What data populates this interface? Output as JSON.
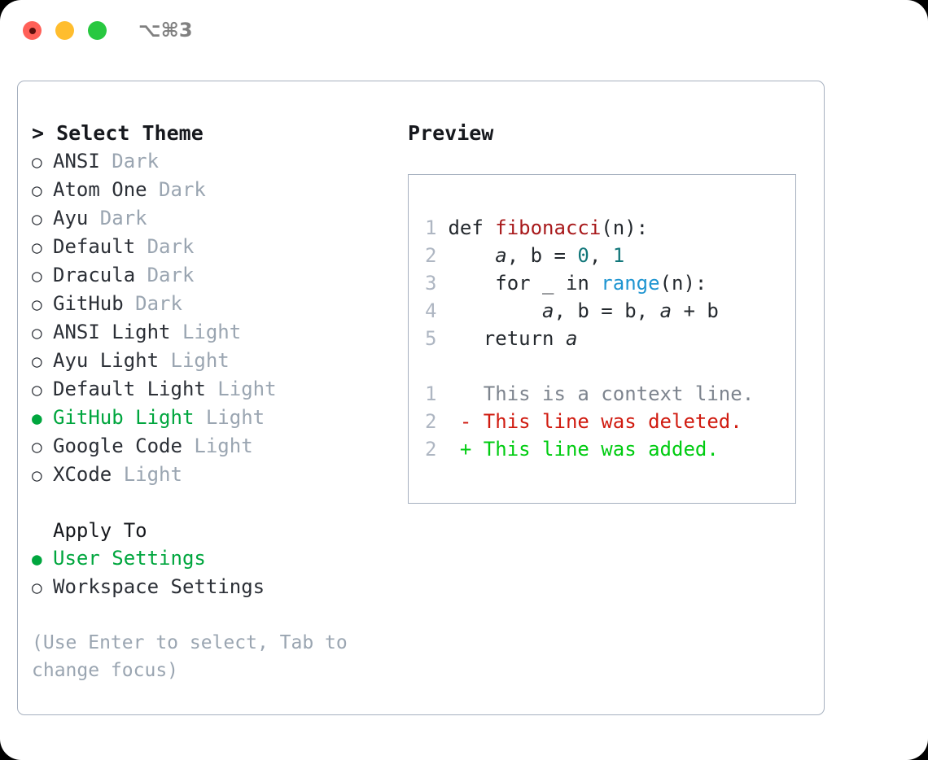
{
  "titlebar": {
    "hotkey": "⌥⌘3",
    "buttons": [
      {
        "name": "close",
        "color": "#ff6058"
      },
      {
        "name": "minimize",
        "color": "#ffbd2e"
      },
      {
        "name": "maximize",
        "color": "#28c840"
      }
    ]
  },
  "colors": {
    "accent_selected": "#00a63e",
    "muted": "#9aa5b1",
    "border": "#a6b0bf",
    "text": "#2b2f36",
    "diff_add": "#00cc11",
    "diff_del": "#d01b10",
    "code_fn": "#a8191b",
    "code_num": "#12777a",
    "code_builtin": "#1f95d1"
  },
  "left": {
    "title": "Select Theme",
    "caret": ">",
    "bullet_unselected": "○",
    "bullet_selected": "●",
    "themes": [
      {
        "name": "ANSI",
        "kind": "Dark",
        "selected": false
      },
      {
        "name": "Atom One",
        "kind": "Dark",
        "selected": false
      },
      {
        "name": "Ayu",
        "kind": "Dark",
        "selected": false
      },
      {
        "name": "Default",
        "kind": "Dark",
        "selected": false
      },
      {
        "name": "Dracula",
        "kind": "Dark",
        "selected": false
      },
      {
        "name": "GitHub",
        "kind": "Dark",
        "selected": false
      },
      {
        "name": "ANSI Light",
        "kind": "Light",
        "selected": false
      },
      {
        "name": "Ayu Light",
        "kind": "Light",
        "selected": false
      },
      {
        "name": "Default Light",
        "kind": "Light",
        "selected": false
      },
      {
        "name": "GitHub Light",
        "kind": "Light",
        "selected": true
      },
      {
        "name": "Google Code",
        "kind": "Light",
        "selected": false
      },
      {
        "name": "XCode",
        "kind": "Light",
        "selected": false
      }
    ],
    "apply_to": {
      "title": "Apply To",
      "options": [
        {
          "name": "User Settings",
          "selected": true
        },
        {
          "name": "Workspace Settings",
          "selected": false
        }
      ]
    },
    "hint": "(Use Enter to select, Tab to change focus)"
  },
  "preview": {
    "title": "Preview",
    "code_lines": [
      {
        "n": "1",
        "tokens": [
          {
            "t": "def ",
            "c": "def"
          },
          {
            "t": "fibonacci",
            "c": "fn"
          },
          {
            "t": "(n):",
            "c": "plain"
          }
        ]
      },
      {
        "n": "2",
        "tokens": [
          {
            "t": "    ",
            "c": "plain"
          },
          {
            "t": "a",
            "c": "var"
          },
          {
            "t": ", ",
            "c": "plain"
          },
          {
            "t": "b",
            "c": "plain"
          },
          {
            "t": " = ",
            "c": "plain"
          },
          {
            "t": "0",
            "c": "num"
          },
          {
            "t": ", ",
            "c": "plain"
          },
          {
            "t": "1",
            "c": "num"
          }
        ]
      },
      {
        "n": "3",
        "tokens": [
          {
            "t": "    for _ in ",
            "c": "plain"
          },
          {
            "t": "range",
            "c": "builtin"
          },
          {
            "t": "(n):",
            "c": "plain"
          }
        ]
      },
      {
        "n": "4",
        "tokens": [
          {
            "t": "        ",
            "c": "plain"
          },
          {
            "t": "a",
            "c": "var"
          },
          {
            "t": ", ",
            "c": "plain"
          },
          {
            "t": "b",
            "c": "plain"
          },
          {
            "t": " = ",
            "c": "plain"
          },
          {
            "t": "b",
            "c": "plain"
          },
          {
            "t": ", ",
            "c": "plain"
          },
          {
            "t": "a",
            "c": "var"
          },
          {
            "t": " + ",
            "c": "plain"
          },
          {
            "t": "b",
            "c": "plain"
          }
        ]
      },
      {
        "n": "5",
        "tokens": [
          {
            "t": "   return ",
            "c": "plain"
          },
          {
            "t": "a",
            "c": "var"
          }
        ]
      }
    ],
    "diff_lines": [
      {
        "n": "1",
        "marker": " ",
        "text": " This is a context line.",
        "kind": "ctx"
      },
      {
        "n": "2",
        "marker": "-",
        "text": " This line was deleted.",
        "kind": "del"
      },
      {
        "n": "2",
        "marker": "+",
        "text": " This line was added.",
        "kind": "add"
      }
    ]
  }
}
